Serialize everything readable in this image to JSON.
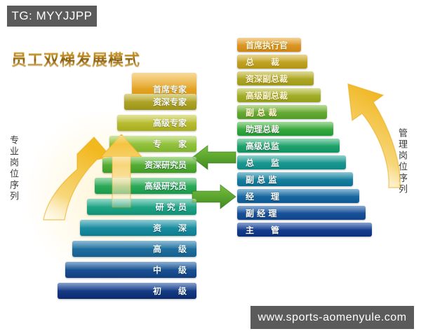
{
  "watermarks": {
    "top_tag": "TG: MYYJJPP",
    "bottom_url": "www.sports-aomenyule.com"
  },
  "title": "员工双梯发展模式",
  "side_labels": {
    "left": "专业岗位序列",
    "right": "管理岗位序列"
  },
  "colors": {
    "gold_top": "#e8a317",
    "olive": "#a8a01e",
    "yellow_green": "#b9c22c",
    "light_green": "#8dc63f",
    "green": "#4caf35",
    "teal_green": "#2eae68",
    "teal": "#1e9b8e",
    "teal_blue": "#1b7f9e",
    "blue": "#1c5fa0",
    "deep_blue": "#12347f",
    "arrow_yellow": "#f4c242",
    "arrow_green": "#5aa832",
    "watermark_gray": "#5b5b5b",
    "title_gold": "#c8941e"
  },
  "pyramid_left": {
    "name": "专业岗位序列",
    "levels": [
      {
        "label": "首席专家",
        "color1": "#f0b63b",
        "color2": "#d68f0a",
        "gold": true
      },
      {
        "label": "资深专家",
        "color1": "#c3b43a",
        "color2": "#9c9416",
        "gold": true
      },
      {
        "label": "高级专家",
        "color1": "#c9cc4a",
        "color2": "#a7ad1c",
        "gold": true
      },
      {
        "label": "专　　家",
        "color1": "#a8cf52",
        "color2": "#7fb52c",
        "gold": true
      },
      {
        "label": "资深研究员",
        "color1": "#6cbe45",
        "color2": "#3f9c26",
        "gold": false
      },
      {
        "label": "高级研究员",
        "color1": "#46b96a",
        "color2": "#159b4a",
        "gold": false
      },
      {
        "label": "研 究 员",
        "color1": "#37b596",
        "color2": "#0e9377",
        "gold": false
      },
      {
        "label": "资　　深",
        "color1": "#2b9cae",
        "color2": "#0d7d91",
        "gold": false
      },
      {
        "label": "高　　级",
        "color1": "#2a7fae",
        "color2": "#15608f",
        "gold": false
      },
      {
        "label": "中　　级",
        "color1": "#2263a5",
        "color2": "#113f80",
        "gold": false
      },
      {
        "label": "初　　级",
        "color1": "#1c4c9c",
        "color2": "#0d2a6e",
        "gold": false
      }
    ]
  },
  "pyramid_right": {
    "name": "管理岗位序列",
    "levels": [
      {
        "label": "首席执行官",
        "color1": "#e7a93a",
        "color2": "#cf8613",
        "gold": true
      },
      {
        "label": "总　　裁",
        "color1": "#d2b53c",
        "color2": "#b19413",
        "gold": true
      },
      {
        "label": "资深副总裁",
        "color1": "#bfb63a",
        "color2": "#9e9a16",
        "gold": true
      },
      {
        "label": "高级副总裁",
        "color1": "#b4bd3d",
        "color2": "#93a018",
        "gold": true
      },
      {
        "label": "副 总 裁",
        "color1": "#84bb45",
        "color2": "#4e9c27",
        "gold": true
      },
      {
        "label": "助理总裁",
        "color1": "#55b84c",
        "color2": "#1f9b33",
        "gold": false
      },
      {
        "label": "高级总监",
        "color1": "#33b278",
        "color2": "#0f9361",
        "gold": false
      },
      {
        "label": "总　　监",
        "color1": "#2ca79b",
        "color2": "#0c8a86",
        "gold": false
      },
      {
        "label": "副 总 监",
        "color1": "#2691ab",
        "color2": "#0c6f93",
        "gold": false
      },
      {
        "label": "经　　理",
        "color1": "#2579ae",
        "color2": "#0f5993",
        "gold": false
      },
      {
        "label": "副 经 理",
        "color1": "#2361a8",
        "color2": "#10448b",
        "gold": false
      },
      {
        "label": "主　　管",
        "color1": "#1f4ea2",
        "color2": "#0c2f7c",
        "gold": false
      }
    ]
  },
  "arrows": [
    {
      "name": "growth-arrow-left",
      "direction": "up-curved",
      "color": "#f4c242"
    },
    {
      "name": "growth-arrow-inner",
      "direction": "up",
      "color": "#f4c242"
    },
    {
      "name": "growth-arrow-right",
      "direction": "up-curved",
      "color": "#f4c242"
    },
    {
      "name": "transfer-arrow-left",
      "direction": "left",
      "color": "#5aa832"
    },
    {
      "name": "transfer-arrow-right",
      "direction": "right",
      "color": "#5aa832"
    }
  ]
}
